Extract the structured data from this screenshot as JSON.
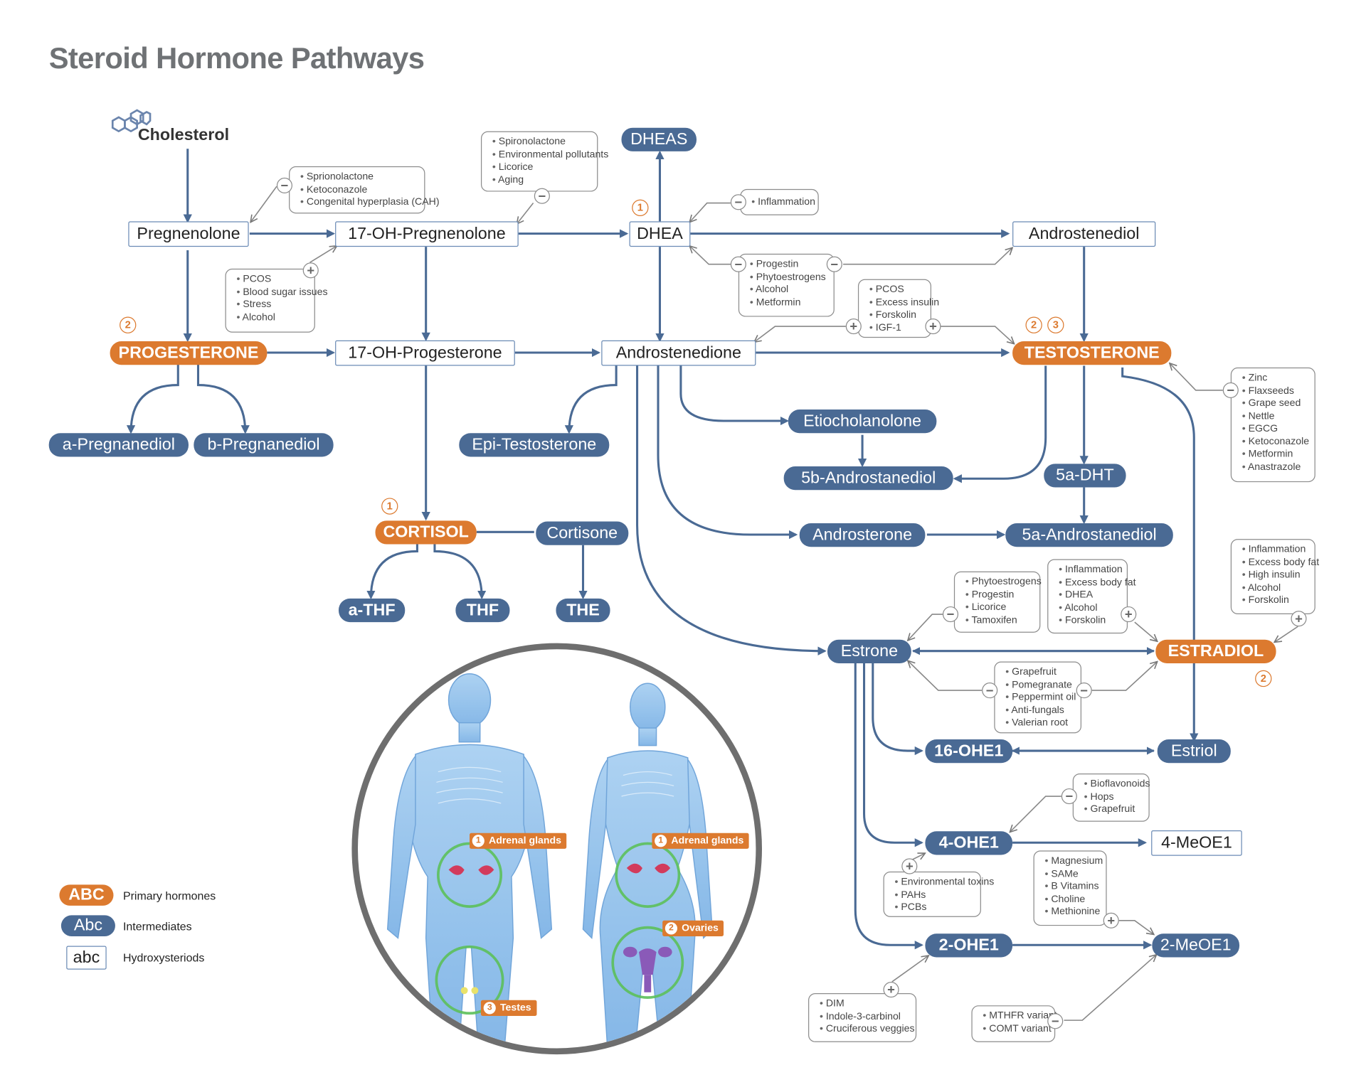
{
  "title": "Steroid Hormone Pathways",
  "cholesterol": "Cholesterol",
  "nodes": {
    "pregnenolone": "Pregnenolone",
    "oh17_pregnenolone": "17-OH-Pregnenolone",
    "dhea": "DHEA",
    "dheas": "DHEAS",
    "androstenediol": "Androstenediol",
    "progesterone": "PROGESTERONE",
    "oh17_progesterone": "17-OH-Progesterone",
    "androstenedione": "Androstenedione",
    "testosterone": "TESTOSTERONE",
    "a_pregnanediol": "a-Pregnanediol",
    "b_pregnanediol": "b-Pregnanediol",
    "epi_testosterone": "Epi-Testosterone",
    "etiocholanolone": "Etiocholanolone",
    "b5_androstanediol": "5b-Androstanediol",
    "a5_dht": "5a-DHT",
    "cortisol": "CORTISOL",
    "cortisone": "Cortisone",
    "androsterone": "Androsterone",
    "a5_androstanediol": "5a-Androstanediol",
    "a_thf": "a-THF",
    "thf": "THF",
    "the": "THE",
    "estrone": "Estrone",
    "estradiol": "ESTRADIOL",
    "ohe1_16": "16-OHE1",
    "estriol": "Estriol",
    "ohe1_4": "4-OHE1",
    "meoe1_4": "4-MeOE1",
    "ohe1_2": "2-OHE1",
    "meoe1_2": "2-MeOE1"
  },
  "notes": {
    "preg_inhibit": [
      "Sprionolactone",
      "Ketoconazole",
      "Congenital hyperplasia (CAH)"
    ],
    "ohpreg_inhibit": [
      "Spironolactone",
      "Environmental pollutants",
      "Licorice",
      "Aging"
    ],
    "preg_stim": [
      "PCOS",
      "Blood sugar issues",
      "Stress",
      "Alcohol"
    ],
    "dhea_inflam": [
      "Inflammation"
    ],
    "dhea_progestin": [
      "Progestin",
      "Phytoestrogens",
      "Alcohol",
      "Metformin"
    ],
    "testo_stim": [
      "PCOS",
      "Excess insulin",
      "Forskolin",
      "IGF-1"
    ],
    "testo_inhibit": [
      "Zinc",
      "Flaxseeds",
      "Grape seed",
      "Nettle",
      "EGCG",
      "Ketoconazole",
      "Metformin",
      "Anastrazole"
    ],
    "estrone_inhibit": [
      "Phytoestrogens",
      "Progestin",
      "Licorice",
      "Tamoxifen"
    ],
    "estradiol_stim_a": [
      "Inflammation",
      "Excess body fat",
      "DHEA",
      "Alcohol",
      "Forskolin"
    ],
    "estradiol_stim_b": [
      "Inflammation",
      "Excess body fat",
      "High insulin",
      "Alcohol",
      "Forskolin"
    ],
    "aromatase_inhibit": [
      "Grapefruit",
      "Pomegranate",
      "Peppermint oil",
      "Anti-fungals",
      "Valerian root"
    ],
    "ohe4_inhibit": [
      "Bioflavonoids",
      "Hops",
      "Grapefruit"
    ],
    "ohe4_stim": [
      "Environmental toxins",
      "PAHs",
      "PCBs"
    ],
    "meo_stim": [
      "Magnesium",
      "SAMe",
      "B Vitamins",
      "Choline",
      "Methionine"
    ],
    "ohe2_stim": [
      "DIM",
      "Indole-3-carbinol",
      "Cruciferous veggies"
    ],
    "meo_inhibit": [
      "MTHFR variant",
      "COMT variant"
    ]
  },
  "signs": {
    "plus": "+",
    "minus": "−"
  },
  "badges": {
    "one": "1",
    "two": "2",
    "three": "3"
  },
  "organs": {
    "adrenal_m": "Adrenal glands",
    "adrenal_f": "Adrenal glands",
    "ovaries": "Ovaries",
    "testes": "Testes"
  },
  "legend": {
    "primary_sample": "ABC",
    "primary_label": "Primary hormones",
    "intermediate_sample": "Abc",
    "intermediate_label": "Intermediates",
    "hydroxy_sample": "abc",
    "hydroxy_label": "Hydroxysteriods"
  },
  "colors": {
    "primary": "#dc7a2f",
    "intermediate": "#4a6a94",
    "arrow": "#4a6a94",
    "note_border": "#8c8c8c"
  },
  "icons": {
    "cholesterol": "hexagon-molecule-icon",
    "bodies": "human-anatomy-illustration"
  }
}
